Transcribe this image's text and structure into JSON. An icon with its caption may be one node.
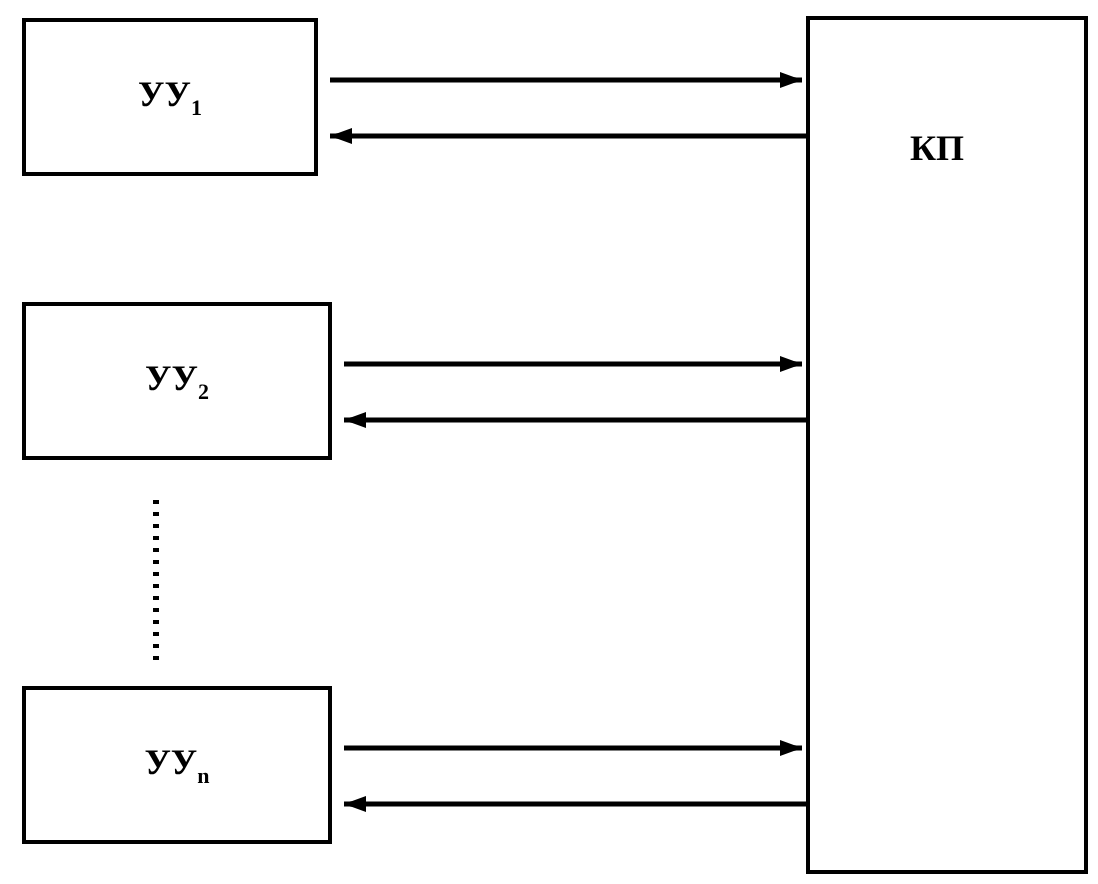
{
  "diagram": {
    "nodes": [
      {
        "text": [
          "УУ$_{1}$"
        ]
      },
      {
        "text": [
          "УУ$_{2}$"
        ]
      },
      {
        "text": [
          "УУ$_{n}$"
        ]
      },
      {
        "text": [
          "КП"
        ]
      }
    ],
    "edges": [
      {
        "from": 0,
        "to": 3,
        "arrow": "to"
      },
      {
        "from": 3,
        "to": 0,
        "arrow": "to"
      },
      {
        "from": 1,
        "to": 3,
        "arrow": "to"
      },
      {
        "from": 3,
        "to": 1,
        "arrow": "to"
      },
      {
        "from": 2,
        "to": 3,
        "arrow": "to"
      },
      {
        "from": 3,
        "to": 2,
        "arrow": "to"
      }
    ]
  }
}
